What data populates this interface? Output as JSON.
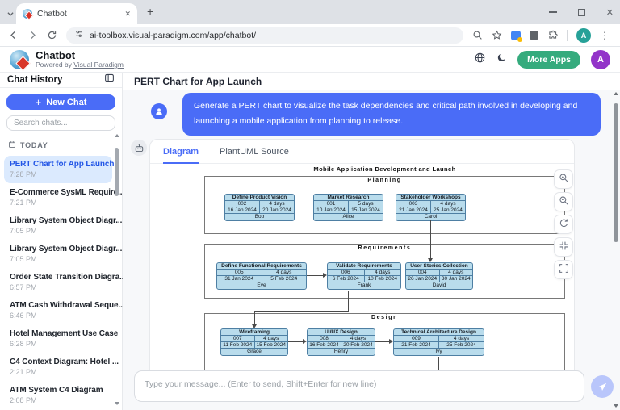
{
  "colors": {
    "accent": "#4a6cf7",
    "more_apps_green": "#35ab7d",
    "app_avatar_purple": "#9334c9",
    "browser_avatar_teal": "#26a198",
    "active_chat_bg": "#dbeafe",
    "active_chat_text": "#2457e6",
    "task_fill": "#b9dcec",
    "task_border": "#4e7fa3"
  },
  "icons": {
    "plus": "+",
    "close_x": "✕",
    "kebab": "⋮",
    "chevron_down": "⌄"
  },
  "browser": {
    "tab_title": "Chatbot",
    "url": "ai-toolbox.visual-paradigm.com/app/chatbot/",
    "profile_initial": "A"
  },
  "app_header": {
    "title": "Chatbot",
    "powered_prefix": "Powered by ",
    "powered_link": "Visual Paradigm",
    "more_apps_label": "More Apps",
    "avatar_initial": "A"
  },
  "sidebar": {
    "title": "Chat History",
    "new_chat_label": "New Chat",
    "search_placeholder": "Search chats...",
    "section_label": "TODAY",
    "items": [
      {
        "title": "PERT Chart for App Launch",
        "time": "7:28 PM",
        "active": true
      },
      {
        "title": "E-Commerce SysML Require...",
        "time": "7:21 PM",
        "active": false
      },
      {
        "title": "Library System Object Diagr...",
        "time": "7:05 PM",
        "active": false
      },
      {
        "title": "Library System Object Diagr...",
        "time": "7:05 PM",
        "active": false
      },
      {
        "title": "Order State Transition Diagra...",
        "time": "6:57 PM",
        "active": false
      },
      {
        "title": "ATM Cash Withdrawal Seque...",
        "time": "6:46 PM",
        "active": false
      },
      {
        "title": "Hotel Management Use Case",
        "time": "6:28 PM",
        "active": false
      },
      {
        "title": "C4 Context Diagram: Hotel ...",
        "time": "2:21 PM",
        "active": false
      },
      {
        "title": "ATM System C4 Diagram",
        "time": "2:08 PM",
        "active": false
      }
    ]
  },
  "main": {
    "header_title": "PERT Chart for App Launch",
    "user_message": "Generate a PERT chart to visualize the task dependencies and critical path involved in developing and launching a mobile application from planning to release.",
    "tabs": [
      {
        "label": "Diagram",
        "active": true
      },
      {
        "label": "PlantUML Source",
        "active": false
      }
    ],
    "diagram_tools": [
      "zoom-in-icon",
      "zoom-out-icon",
      "reset-view-icon",
      "fit-view-icon",
      "fullscreen-icon"
    ],
    "input_placeholder": "Type your message... (Enter to send, Shift+Enter for new line)"
  },
  "chart_data": {
    "type": "table",
    "title": "Mobile Application Development and Launch",
    "sections": [
      {
        "name": "Planning",
        "tasks": [
          {
            "name": "Define Product Vision",
            "id": "002",
            "duration": "4 days",
            "start": "16 Jan 2024",
            "end": "20 Jan 2024",
            "owner": "Bob"
          },
          {
            "name": "Market Research",
            "id": "001",
            "duration": "5 days",
            "start": "10 Jan 2024",
            "end": "15 Jan 2024",
            "owner": "Alice"
          },
          {
            "name": "Stakeholder Workshops",
            "id": "003",
            "duration": "4 days",
            "start": "21 Jan 2024",
            "end": "25 Jan 2024",
            "owner": "Carol"
          }
        ]
      },
      {
        "name": "Requirements",
        "tasks": [
          {
            "name": "Define Functional Requirements",
            "id": "005",
            "duration": "4 days",
            "start": "31 Jan 2024",
            "end": "5 Feb 2024",
            "owner": "Eve"
          },
          {
            "name": "Validate Requirements",
            "id": "006",
            "duration": "4 days",
            "start": "6 Feb 2024",
            "end": "10 Feb 2024",
            "owner": "Frank"
          },
          {
            "name": "User Stories Collection",
            "id": "004",
            "duration": "4 days",
            "start": "26 Jan 2024",
            "end": "30 Jan 2024",
            "owner": "David"
          }
        ]
      },
      {
        "name": "Design",
        "tasks": [
          {
            "name": "Wireframing",
            "id": "007",
            "duration": "4 days",
            "start": "11 Feb 2024",
            "end": "15 Feb 2024",
            "owner": "Grace"
          },
          {
            "name": "UI/UX Design",
            "id": "008",
            "duration": "4 days",
            "start": "16 Feb 2024",
            "end": "20 Feb 2024",
            "owner": "Henry"
          },
          {
            "name": "Technical Architecture Design",
            "id": "009",
            "duration": "4 days",
            "start": "21 Feb 2024",
            "end": "25 Feb 2024",
            "owner": "Ivy"
          }
        ]
      }
    ],
    "dependencies": [
      [
        "Stakeholder Workshops",
        "User Stories Collection"
      ],
      [
        "Define Functional Requirements",
        "Validate Requirements"
      ],
      [
        "Validate Requirements",
        "Wireframing"
      ],
      [
        "Wireframing",
        "UI/UX Design"
      ],
      [
        "UI/UX Design",
        "Technical Architecture Design"
      ]
    ]
  }
}
